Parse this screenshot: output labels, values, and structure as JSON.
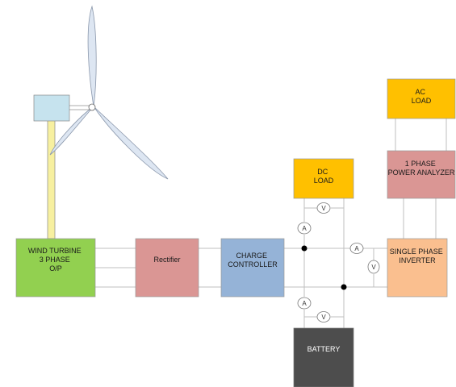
{
  "blocks": {
    "wind_turbine": {
      "lines": [
        "WIND TURBINE",
        "3 PHASE",
        "O/P"
      ],
      "color": "#92d050"
    },
    "rectifier": {
      "lines": [
        "Rectifier"
      ],
      "color": "#da9694"
    },
    "charge_controller": {
      "lines": [
        "CHARGE",
        "CONTROLLER"
      ],
      "color": "#95b3d7"
    },
    "dc_load": {
      "lines": [
        "DC",
        "LOAD"
      ],
      "color": "#ffc000"
    },
    "battery": {
      "lines": [
        "BATTERY"
      ],
      "color": "#4d4d4d"
    },
    "inverter": {
      "lines": [
        "SINGLE PHASE",
        "INVERTER"
      ],
      "color": "#fabf8f"
    },
    "analyzer": {
      "lines": [
        "1 PHASE",
        "POWER ANALYZER"
      ],
      "color": "#da9694"
    },
    "ac_load": {
      "lines": [
        "AC",
        "LOAD"
      ],
      "color": "#ffc000"
    }
  },
  "meters": {
    "ammeter_symbol": "A",
    "voltmeter_symbol": "V"
  },
  "turbine": {
    "nacelle_color": "#c6e3ee",
    "tower_color": "#f7f0a0",
    "blade_color": "#dde6f2"
  }
}
